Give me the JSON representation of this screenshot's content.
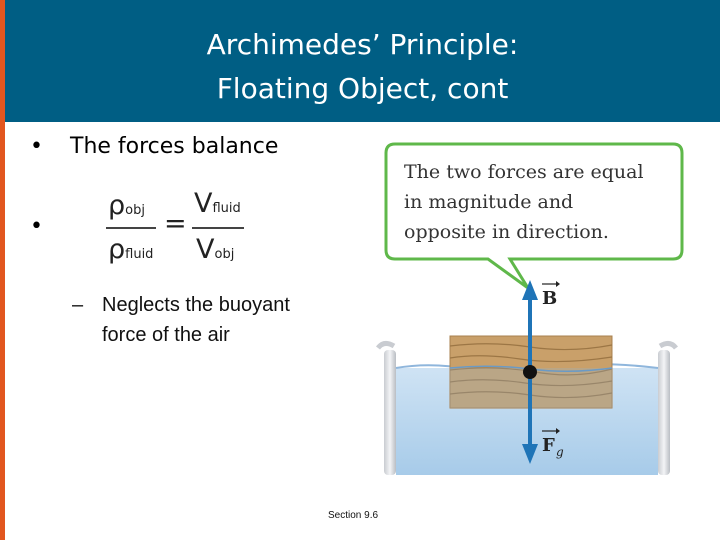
{
  "slide": {
    "title_line1": "Archimedes’ Principle:",
    "title_line2": "Floating Object, cont",
    "bullet1": "The forces balance",
    "bullet_glyph": "•",
    "bullet2_glyph": "•",
    "sub_dash": "–",
    "sub_line1": "Neglects the buoyant",
    "sub_line2": "force of the air",
    "footer": "Section 9.6"
  },
  "equation": {
    "lhs_num": "ρ",
    "lhs_num_sub": "obj",
    "lhs_den": "ρ",
    "lhs_den_sub": "fluid",
    "equals": "=",
    "rhs_num": "V",
    "rhs_num_sub": "fluid",
    "rhs_den": "V",
    "rhs_den_sub": "obj"
  },
  "figure": {
    "callout_line1": "The two forces are equal",
    "callout_line2": "in magnitude and",
    "callout_line3": "opposite in direction.",
    "label_buoyant": "B",
    "label_gravity": "F",
    "label_gravity_sub": "g",
    "colors": {
      "callout_border": "#5fb84a",
      "arrow": "#1f74b7",
      "water": "#b8d8f0",
      "block": "#c9a06a"
    }
  },
  "colors": {
    "title_bar": "#005e84",
    "left_stripe": "#e2561f"
  }
}
